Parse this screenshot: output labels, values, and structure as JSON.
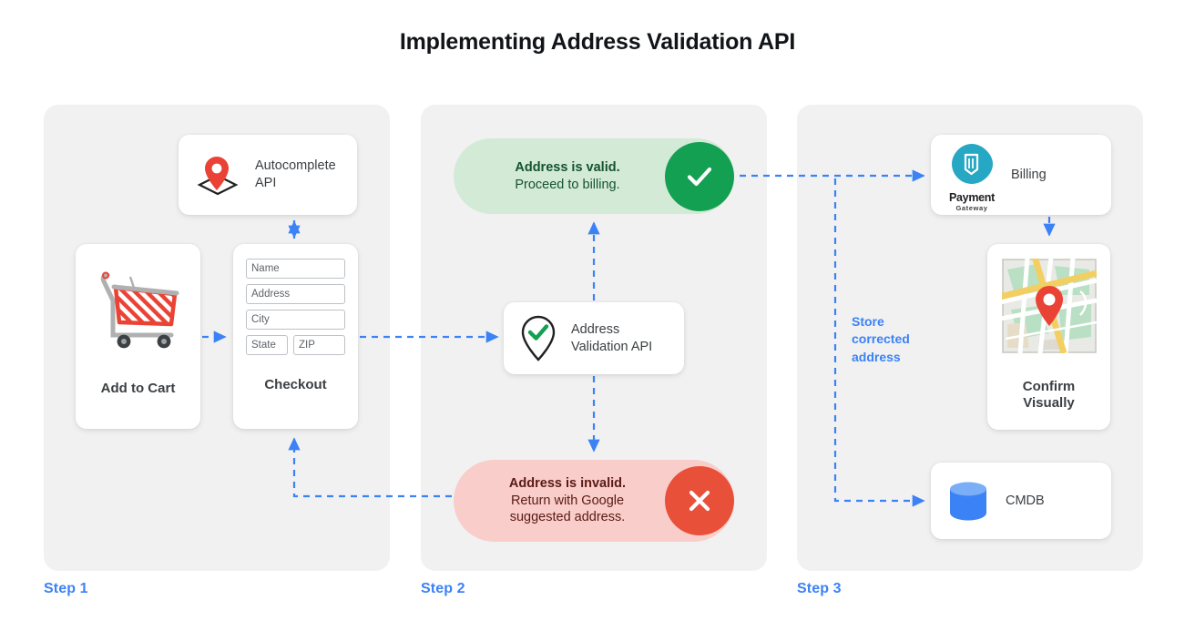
{
  "page": {
    "title": "Implementing Address Validation API",
    "accent_blue": "#3b82f6",
    "panel_bg": "#f1f1f1",
    "valid_bg": "#d3ead7",
    "valid_badge": "#14a052",
    "invalid_bg": "#f8cdca",
    "invalid_badge": "#e8503a",
    "pin_red": "#ea4335",
    "cmdb_blue": "#3b82f6",
    "payment_teal": "#26a7c4"
  },
  "steps": [
    {
      "label": "Step 1"
    },
    {
      "label": "Step 2"
    },
    {
      "label": "Step 3"
    }
  ],
  "step1": {
    "autocomplete": {
      "icon": "map-pin-diamond-icon",
      "label": "Autocomplete\nAPI"
    },
    "add_to_cart": {
      "icon": "shopping-cart-icon",
      "caption": "Add to Cart"
    },
    "checkout": {
      "caption": "Checkout",
      "fields": [
        {
          "name": "name-field",
          "placeholder": "Name"
        },
        {
          "name": "address-field",
          "placeholder": "Address"
        },
        {
          "name": "city-field",
          "placeholder": "City"
        },
        {
          "name": "state-field",
          "placeholder": "State"
        },
        {
          "name": "zip-field",
          "placeholder": "ZIP"
        }
      ]
    }
  },
  "step2": {
    "valid": {
      "headline": "Address is valid.",
      "detail": "Proceed to billing.",
      "badge_icon": "check-circle-icon"
    },
    "validation_api": {
      "icon": "pin-check-icon",
      "label": "Address\nValidation API"
    },
    "invalid": {
      "headline": "Address is invalid.",
      "detail": "Return with Google\nsuggested address.",
      "badge_icon": "x-circle-icon"
    }
  },
  "step3": {
    "billing": {
      "icon": "payment-gateway-logo",
      "logo_primary": "Payment",
      "logo_secondary": "Gateway",
      "label": "Billing"
    },
    "confirm": {
      "icon": "map-thumbnail-icon",
      "caption": "Confirm\nVisually"
    },
    "cmdb": {
      "icon": "database-icon",
      "label": "CMDB"
    },
    "store_note": "Store\ncorrected\naddress"
  }
}
